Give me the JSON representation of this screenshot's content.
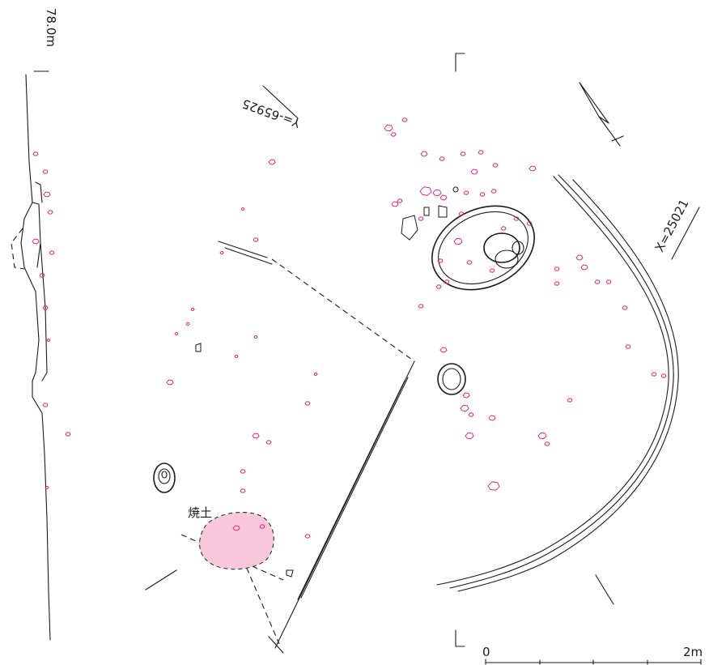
{
  "labels": {
    "elevation": "78.0m",
    "grid_y": "Y=-65925",
    "grid_x": "X=25021",
    "burnt_soil": "焼土",
    "scale_start": "0",
    "scale_end": "2m"
  },
  "colors": {
    "stone_outline": "#e0197a",
    "burnt_soil_fill": "#f8c7dc",
    "line_ink": "#1a1a1a",
    "background": "#ffffff"
  },
  "icons": {
    "north_arrow": "north-arrow-icon",
    "corner_mark": "corner-bracket-icon"
  }
}
